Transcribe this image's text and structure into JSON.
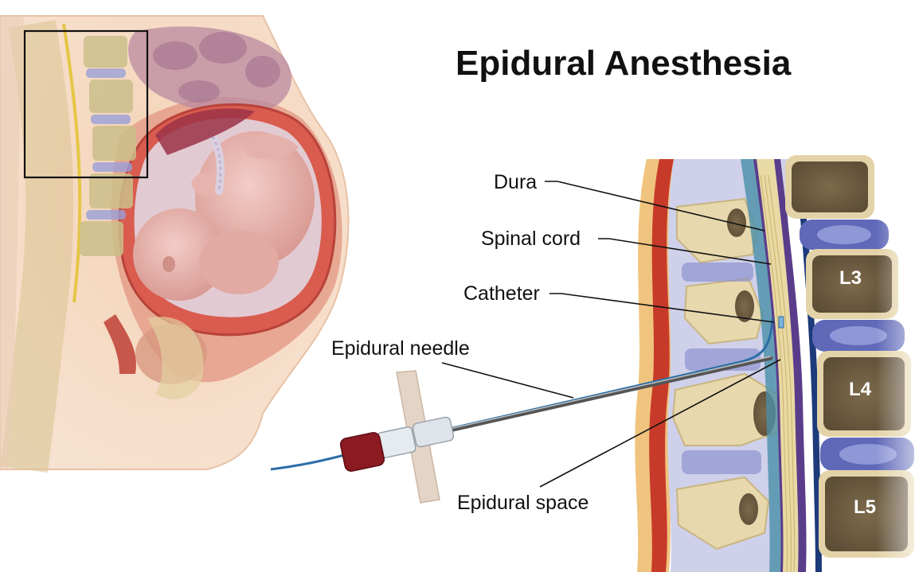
{
  "title": "Epidural Anesthesia",
  "labels": {
    "dura": "Dura",
    "spinal_cord": "Spinal cord",
    "catheter": "Catheter",
    "epidural_needle": "Epidural needle",
    "epidural_space": "Epidural space"
  },
  "vertebrae": {
    "l3": "L3",
    "l4": "L4",
    "l5": "L5"
  },
  "colors": {
    "skin": "#f2c9a4",
    "muscle": "#c96a52",
    "uterus": "#d95c4e",
    "fetus": "#e7b6ae",
    "bone": "#e4d3a8",
    "vertebral_body": "#8f7b5a",
    "disc": "#7f86c9",
    "spinal_cord": "#e9d9a5",
    "dura": "#5a3d8a",
    "needle_hub": "#8b1a22"
  }
}
